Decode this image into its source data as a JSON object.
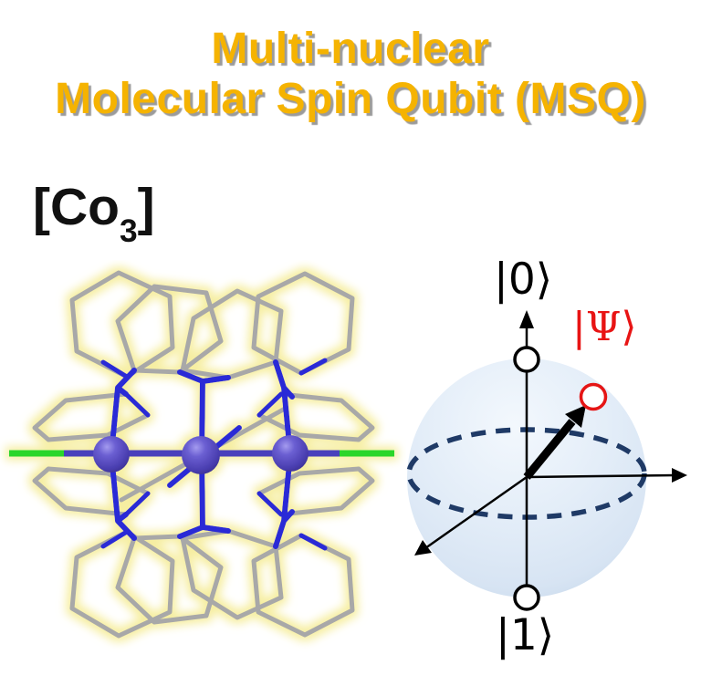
{
  "figure": {
    "title_line1": "Multi-nuclear",
    "title_line2": "Molecular Spin Qubit (MSQ)",
    "title_color": "#F5B301",
    "title_shadow_color": "#9B9B9B"
  },
  "complex": {
    "open_bracket": "[",
    "element": "Co",
    "subscript": "3",
    "close_bracket": "]"
  },
  "molecule": {
    "colors": {
      "metal_sphere": "#5A4EC2",
      "nitrogen_bond": "#2929D6",
      "carbon_bond": "#A8A8A8",
      "axial_ligand": "#2BD62B",
      "metal_axis": "#4A41BC",
      "glow": "#F5EC96"
    }
  },
  "bloch": {
    "label_state0": "|0⟩",
    "label_state1": "|1⟩",
    "psi_bar": "|",
    "psi_char": "Ψ",
    "psi_ket": "⟩",
    "colors": {
      "sphere_fill": "#E3EDF8",
      "equator": "#1F3A66",
      "axis": "#000000",
      "psi_label": "#E81414",
      "state_marker_stroke": "#000000",
      "psi_marker_stroke": "#E51515"
    }
  }
}
